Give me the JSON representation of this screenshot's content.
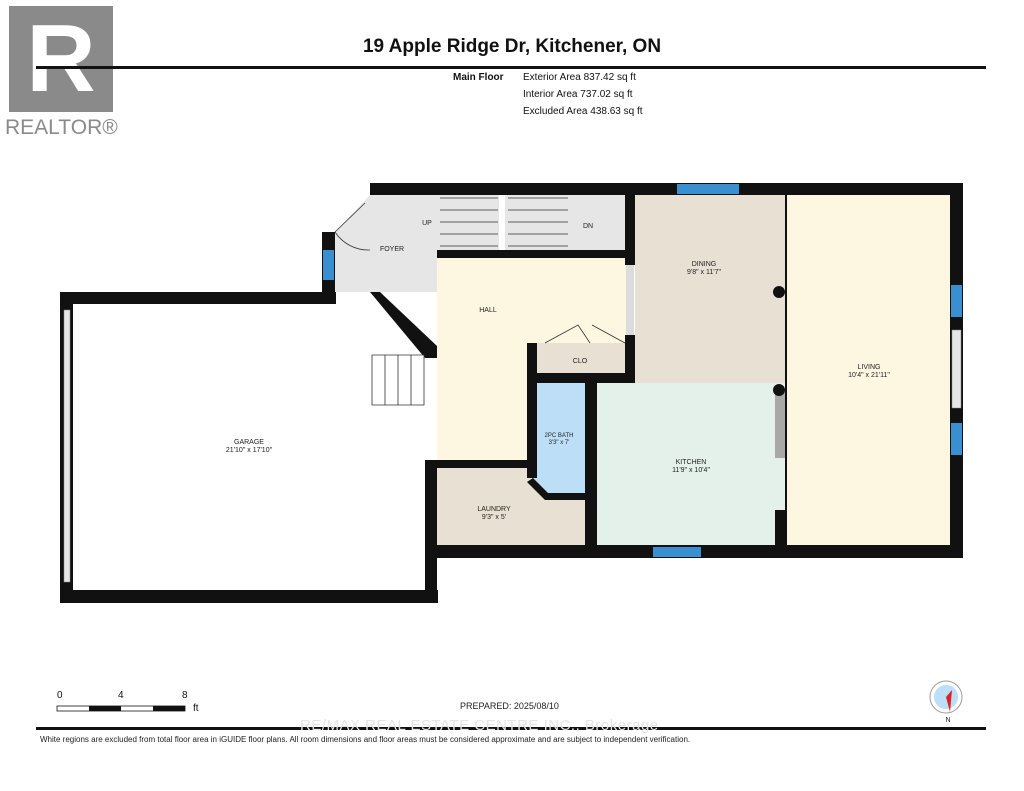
{
  "logo": {
    "text": "REALTOR®",
    "mark": "R"
  },
  "header": {
    "title": "19 Apple Ridge Dr, Kitchener, ON"
  },
  "floor": {
    "name": "Main Floor",
    "exterior_area": "Exterior Area 837.42 sq ft",
    "interior_area": "Interior Area 737.02 sq ft",
    "excluded_area": "Excluded Area 438.63 sq ft"
  },
  "rooms": {
    "foyer": {
      "name": "FOYER"
    },
    "hall": {
      "name": "HALL"
    },
    "up": {
      "name": "UP"
    },
    "dn": {
      "name": "DN"
    },
    "dining": {
      "name": "DINING",
      "dims": "9'8\" x 11'7\""
    },
    "living": {
      "name": "LIVING",
      "dims": "10'4\" x 21'11\""
    },
    "clo": {
      "name": "CLO"
    },
    "bath": {
      "name": "2PC BATH",
      "dims": "3'3\" x 7'"
    },
    "kitchen": {
      "name": "KITCHEN",
      "dims": "11'9\" x 10'4\""
    },
    "laundry": {
      "name": "LAUNDRY",
      "dims": "9'3\" x 5'"
    },
    "garage": {
      "name": "GARAGE",
      "dims": "21'10\" x 17'10\""
    }
  },
  "colors": {
    "wall": "#111111",
    "window": "#3a8fd0",
    "hall": "#fdf6e1",
    "dining": "#e8e0d2",
    "kitchen": "#e4f1ea",
    "bath": "#bcdff7",
    "excluded": "#e6e6e6"
  },
  "scale": {
    "labels": [
      "0",
      "4",
      "8"
    ],
    "unit": "ft"
  },
  "prepared": "PREPARED: 2025/08/10",
  "compass": {
    "label": "N"
  },
  "watermark": "RE/MAX REAL ESTATE CENTRE INC., Brokerage",
  "footer": {
    "disclaimer": "White regions are excluded from total floor area in iGUIDE floor plans. All room dimensions and floor areas must be considered approximate and are subject to independent verification."
  }
}
